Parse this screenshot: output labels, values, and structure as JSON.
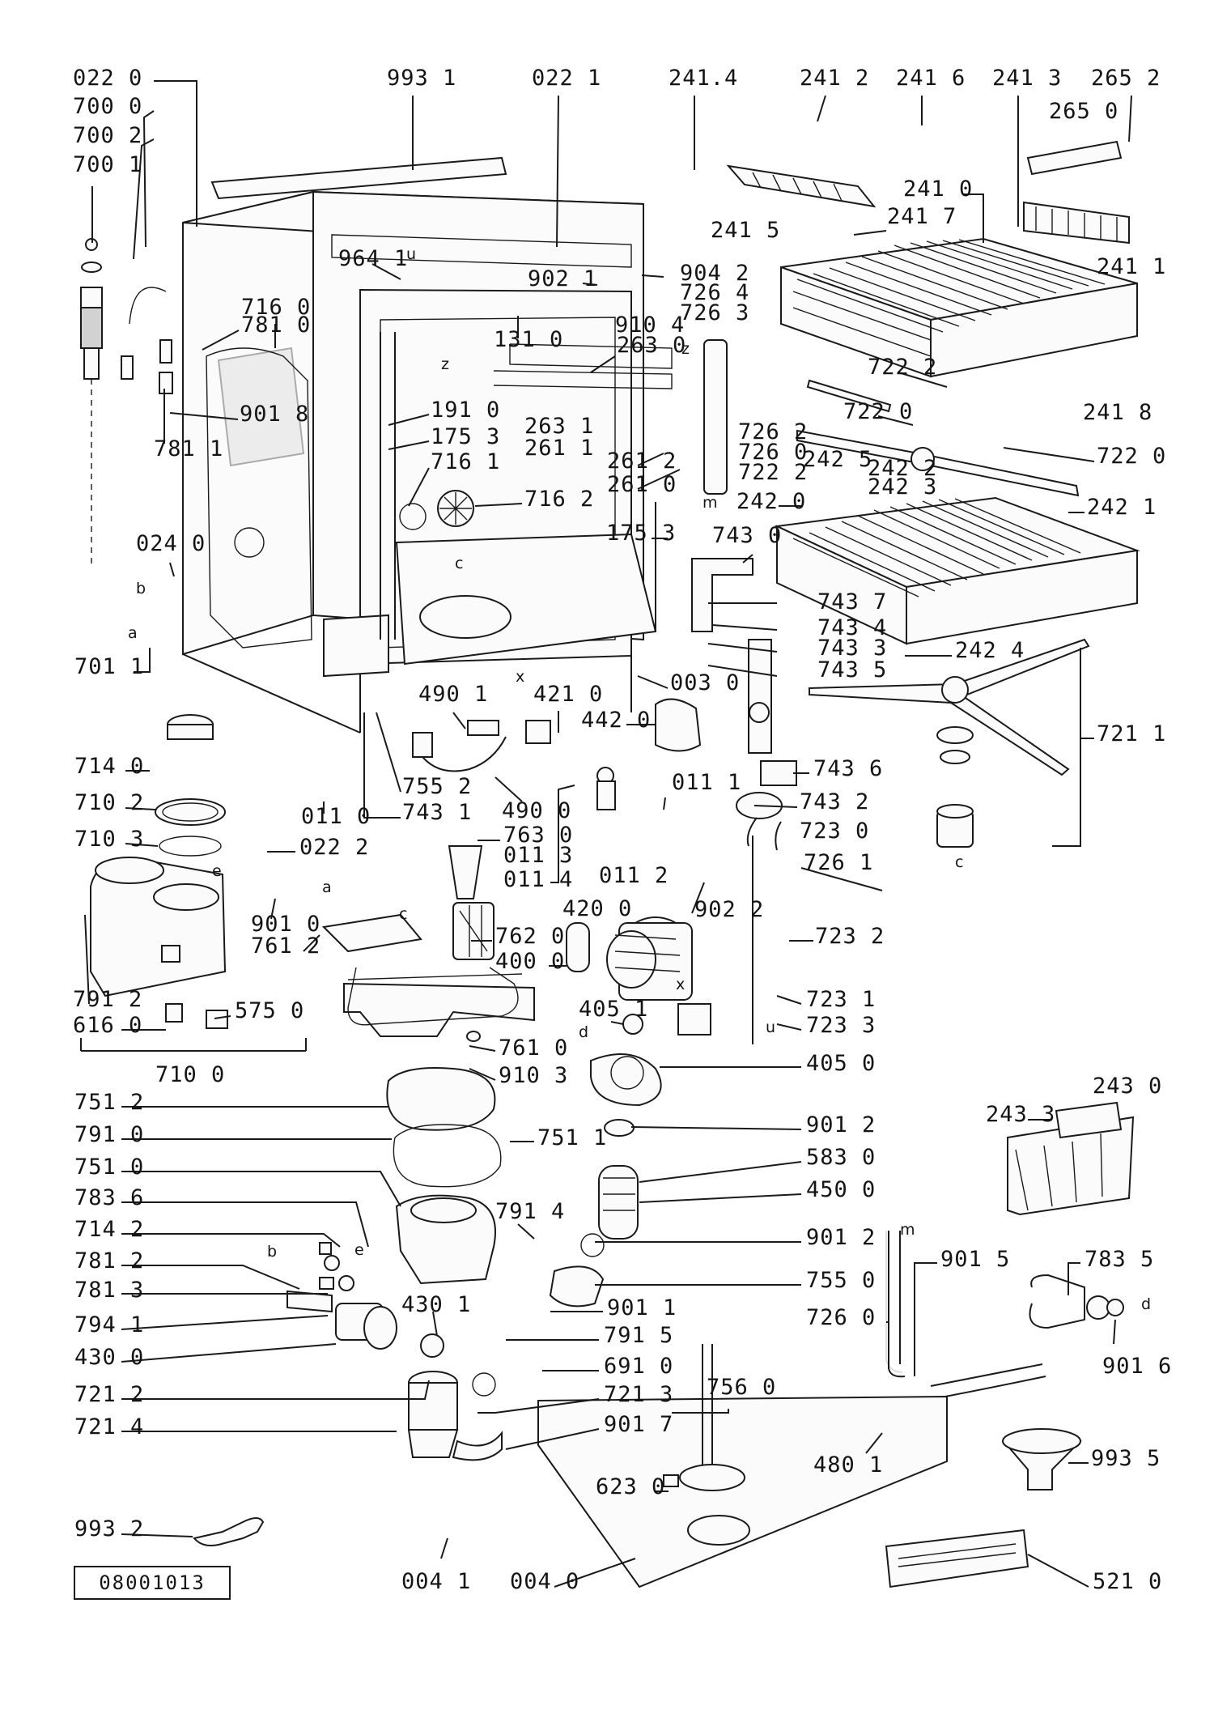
{
  "diagram": {
    "document_number": "08001013",
    "part_labels": [
      {
        "id": "p0220",
        "text": "022 0"
      },
      {
        "id": "p7000",
        "text": "700 0"
      },
      {
        "id": "p7002",
        "text": "700 2"
      },
      {
        "id": "p7001",
        "text": "700 1"
      },
      {
        "id": "p9931",
        "text": "993 1"
      },
      {
        "id": "p0221",
        "text": "022 1"
      },
      {
        "id": "p2414",
        "text": "241.4"
      },
      {
        "id": "p2412",
        "text": "241 2"
      },
      {
        "id": "p2416",
        "text": "241 6"
      },
      {
        "id": "p2413",
        "text": "241 3"
      },
      {
        "id": "p2652",
        "text": "265 2"
      },
      {
        "id": "p2650",
        "text": "265 0"
      },
      {
        "id": "p2415",
        "text": "241 5"
      },
      {
        "id": "p2410",
        "text": "241 0"
      },
      {
        "id": "p2417",
        "text": "241 7"
      },
      {
        "id": "p2411",
        "text": "241 1"
      },
      {
        "id": "p9641",
        "text": "964 1"
      },
      {
        "id": "p9042",
        "text": "904 2"
      },
      {
        "id": "p9021",
        "text": "902 1"
      },
      {
        "id": "p7264",
        "text": "726 4"
      },
      {
        "id": "p7263",
        "text": "726 3"
      },
      {
        "id": "p9104",
        "text": "910 4"
      },
      {
        "id": "p2630",
        "text": "263 0"
      },
      {
        "id": "p1310",
        "text": "131 0"
      },
      {
        "id": "p7160",
        "text": "716 0"
      },
      {
        "id": "p7810",
        "text": "781 0"
      },
      {
        "id": "p9018",
        "text": "901 8"
      },
      {
        "id": "p7811",
        "text": "781 1"
      },
      {
        "id": "p1910",
        "text": "191 0"
      },
      {
        "id": "p1753a",
        "text": "175 3"
      },
      {
        "id": "p7161",
        "text": "716 1"
      },
      {
        "id": "p7162",
        "text": "716 2"
      },
      {
        "id": "p2631",
        "text": "263 1"
      },
      {
        "id": "p2611",
        "text": "261 1"
      },
      {
        "id": "p2612",
        "text": "261 2"
      },
      {
        "id": "p2610",
        "text": "261 0"
      },
      {
        "id": "p7262",
        "text": "726 2"
      },
      {
        "id": "p7260a",
        "text": "726 0"
      },
      {
        "id": "p7222a",
        "text": "722 2"
      },
      {
        "id": "p7222b",
        "text": "722 2"
      },
      {
        "id": "p7220a",
        "text": "722 0"
      },
      {
        "id": "p7220b",
        "text": "722 0"
      },
      {
        "id": "p2418",
        "text": "241 8"
      },
      {
        "id": "p2425",
        "text": "242 5"
      },
      {
        "id": "p2422",
        "text": "242 2"
      },
      {
        "id": "p2423",
        "text": "242 3"
      },
      {
        "id": "p2420",
        "text": "242 0"
      },
      {
        "id": "p2421",
        "text": "242 1"
      },
      {
        "id": "p1753b",
        "text": "175 3"
      },
      {
        "id": "p0240",
        "text": "024 0"
      },
      {
        "id": "p7011",
        "text": "701 1"
      },
      {
        "id": "p7430",
        "text": "743 0"
      },
      {
        "id": "p7437",
        "text": "743 7"
      },
      {
        "id": "p7434",
        "text": "743 4"
      },
      {
        "id": "p7433",
        "text": "743 3"
      },
      {
        "id": "p7435",
        "text": "743 5"
      },
      {
        "id": "p2424",
        "text": "242 4"
      },
      {
        "id": "p0030",
        "text": "003 0"
      },
      {
        "id": "p4901",
        "text": "490 1"
      },
      {
        "id": "p4210",
        "text": "421 0"
      },
      {
        "id": "p4420",
        "text": "442 0"
      },
      {
        "id": "p7211a",
        "text": "721 1"
      },
      {
        "id": "p7140",
        "text": "714 0"
      },
      {
        "id": "p7552",
        "text": "755 2"
      },
      {
        "id": "p7431",
        "text": "743 1"
      },
      {
        "id": "p7436",
        "text": "743 6"
      },
      {
        "id": "p7102",
        "text": "710 2"
      },
      {
        "id": "p0110",
        "text": "011 0"
      },
      {
        "id": "p4900",
        "text": "490 0"
      },
      {
        "id": "p0111",
        "text": "011 1"
      },
      {
        "id": "p7432",
        "text": "743 2"
      },
      {
        "id": "p7103",
        "text": "710 3"
      },
      {
        "id": "p0222",
        "text": "022 2"
      },
      {
        "id": "p7630",
        "text": "763 0"
      },
      {
        "id": "p0113",
        "text": "011 3"
      },
      {
        "id": "p7230",
        "text": "723 0"
      },
      {
        "id": "p0114",
        "text": "011 4"
      },
      {
        "id": "p0112",
        "text": "011 2"
      },
      {
        "id": "p7261",
        "text": "726 1"
      },
      {
        "id": "p9022",
        "text": "902 2"
      },
      {
        "id": "p4200",
        "text": "420 0"
      },
      {
        "id": "p9010",
        "text": "901 0"
      },
      {
        "id": "p7620",
        "text": "762 0"
      },
      {
        "id": "p7232",
        "text": "723 2"
      },
      {
        "id": "p7612",
        "text": "761 2"
      },
      {
        "id": "p4000",
        "text": "400 0"
      },
      {
        "id": "p7912",
        "text": "791 2"
      },
      {
        "id": "p5750",
        "text": "575 0"
      },
      {
        "id": "p7231",
        "text": "723 1"
      },
      {
        "id": "p6160",
        "text": "616 0"
      },
      {
        "id": "p4051",
        "text": "405 1"
      },
      {
        "id": "p7233",
        "text": "723 3"
      },
      {
        "id": "p7610",
        "text": "761 0"
      },
      {
        "id": "p7100",
        "text": "710 0"
      },
      {
        "id": "p9103",
        "text": "910 3"
      },
      {
        "id": "p4050",
        "text": "405 0"
      },
      {
        "id": "p2430",
        "text": "243 0"
      },
      {
        "id": "p2433",
        "text": "243 3"
      },
      {
        "id": "p7512",
        "text": "751 2"
      },
      {
        "id": "p9012a",
        "text": "901 2"
      },
      {
        "id": "p7910",
        "text": "791 0"
      },
      {
        "id": "p7511",
        "text": "751 1"
      },
      {
        "id": "p7510",
        "text": "751 0"
      },
      {
        "id": "p5830",
        "text": "583 0"
      },
      {
        "id": "p7836",
        "text": "783 6"
      },
      {
        "id": "p4500",
        "text": "450 0"
      },
      {
        "id": "p7914",
        "text": "791 4"
      },
      {
        "id": "p7142",
        "text": "714 2"
      },
      {
        "id": "p9012b",
        "text": "901 2"
      },
      {
        "id": "p7812",
        "text": "781 2"
      },
      {
        "id": "p7550",
        "text": "755 0"
      },
      {
        "id": "p9015",
        "text": "901 5"
      },
      {
        "id": "p7835",
        "text": "783 5"
      },
      {
        "id": "p7813",
        "text": "781 3"
      },
      {
        "id": "p4301",
        "text": "430 1"
      },
      {
        "id": "p9011",
        "text": "901 1"
      },
      {
        "id": "p7941",
        "text": "794 1"
      },
      {
        "id": "p7915",
        "text": "791 5"
      },
      {
        "id": "p7260b",
        "text": "726 0"
      },
      {
        "id": "p4300",
        "text": "430 0"
      },
      {
        "id": "p6910",
        "text": "691 0"
      },
      {
        "id": "p9016",
        "text": "901 6"
      },
      {
        "id": "p7212",
        "text": "721 2"
      },
      {
        "id": "p7213",
        "text": "721 3"
      },
      {
        "id": "p7560",
        "text": "756 0"
      },
      {
        "id": "p7214",
        "text": "721 4"
      },
      {
        "id": "p9017",
        "text": "901 7"
      },
      {
        "id": "p4801",
        "text": "480 1"
      },
      {
        "id": "p9935",
        "text": "993 5"
      },
      {
        "id": "p6230",
        "text": "623 0"
      },
      {
        "id": "p9932",
        "text": "993 2"
      },
      {
        "id": "p0041",
        "text": "004 1"
      },
      {
        "id": "p0040",
        "text": "004 0"
      },
      {
        "id": "p5210",
        "text": "521 0"
      }
    ],
    "reference_letters": [
      {
        "id": "lb_b1",
        "text": "b"
      },
      {
        "id": "lb_a1",
        "text": "a"
      },
      {
        "id": "lb_u1",
        "text": "u"
      },
      {
        "id": "lb_z1",
        "text": "z"
      },
      {
        "id": "lb_z2",
        "text": "z"
      },
      {
        "id": "lb_c1",
        "text": "c"
      },
      {
        "id": "lb_x1",
        "text": "x"
      },
      {
        "id": "lb_m1",
        "text": "m"
      },
      {
        "id": "lb_c2",
        "text": "c"
      },
      {
        "id": "lb_e1",
        "text": "e"
      },
      {
        "id": "lb_a2",
        "text": "a"
      },
      {
        "id": "lb_c3",
        "text": "c"
      },
      {
        "id": "lb_x2",
        "text": "x"
      },
      {
        "id": "lb_d1",
        "text": "d"
      },
      {
        "id": "lb_u2",
        "text": "u"
      },
      {
        "id": "lb_e2",
        "text": "e"
      },
      {
        "id": "lb_b2",
        "text": "b"
      },
      {
        "id": "lb_m2",
        "text": "m"
      },
      {
        "id": "lb_d2",
        "text": "d"
      }
    ]
  }
}
